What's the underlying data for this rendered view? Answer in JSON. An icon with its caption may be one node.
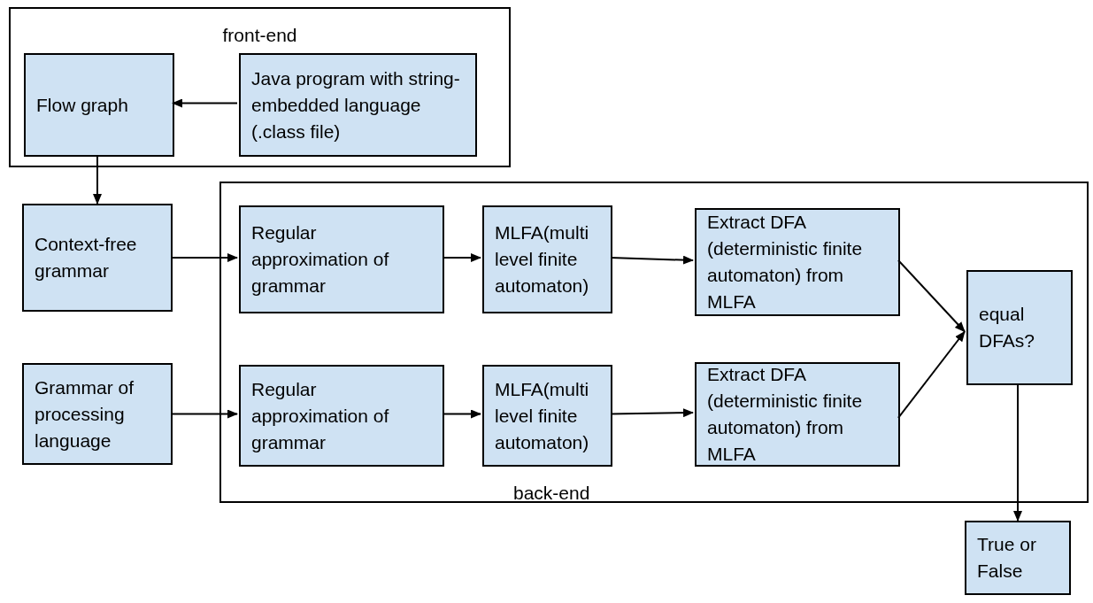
{
  "diagram": {
    "nodes": [
      {
        "text": [
          "front-end"
        ]
      },
      {
        "text": [
          "Flow graph"
        ],
        "in": 0
      },
      {
        "text": [
          "Java program with string-embedded language (.class file)"
        ],
        "in": 0
      },
      {
        "text": [
          "Context-free grammar"
        ]
      },
      {
        "text": [
          "back-end"
        ]
      },
      {
        "text": [
          "Regular approximation of grammar"
        ],
        "in": 4
      },
      {
        "text": [
          "MLFA(multi level finite automaton)"
        ],
        "in": 4
      },
      {
        "text": [
          "Extract DFA (deterministic finite automaton) from MLFA"
        ],
        "in": 4
      },
      {
        "text": [
          "equal DFAs?"
        ],
        "in": 4
      },
      {
        "text": [
          "Grammar of processing language"
        ]
      },
      {
        "text": [
          "Regular approximation of grammar"
        ],
        "in": 4
      },
      {
        "text": [
          "MLFA(multi level finite automaton)"
        ],
        "in": 4
      },
      {
        "text": [
          "Extract DFA (deterministic finite automaton) from MLFA"
        ],
        "in": 4
      },
      {
        "text": [
          "True or False"
        ]
      }
    ],
    "edges": [
      {
        "from": 2,
        "to": 1,
        "arrow": "to"
      },
      {
        "from": 1,
        "to": 3,
        "arrow": "to"
      },
      {
        "from": 3,
        "to": 5,
        "arrow": "to"
      },
      {
        "from": 5,
        "to": 6,
        "arrow": "to"
      },
      {
        "from": 6,
        "to": 7,
        "arrow": "to"
      },
      {
        "from": 7,
        "to": 8,
        "arrow": "to"
      },
      {
        "from": 9,
        "to": 10,
        "arrow": "to"
      },
      {
        "from": 10,
        "to": 11,
        "arrow": "to"
      },
      {
        "from": 11,
        "to": 12,
        "arrow": "to"
      },
      {
        "from": 12,
        "to": 8,
        "arrow": "to"
      },
      {
        "from": 8,
        "to": 13,
        "arrow": "to"
      }
    ]
  }
}
